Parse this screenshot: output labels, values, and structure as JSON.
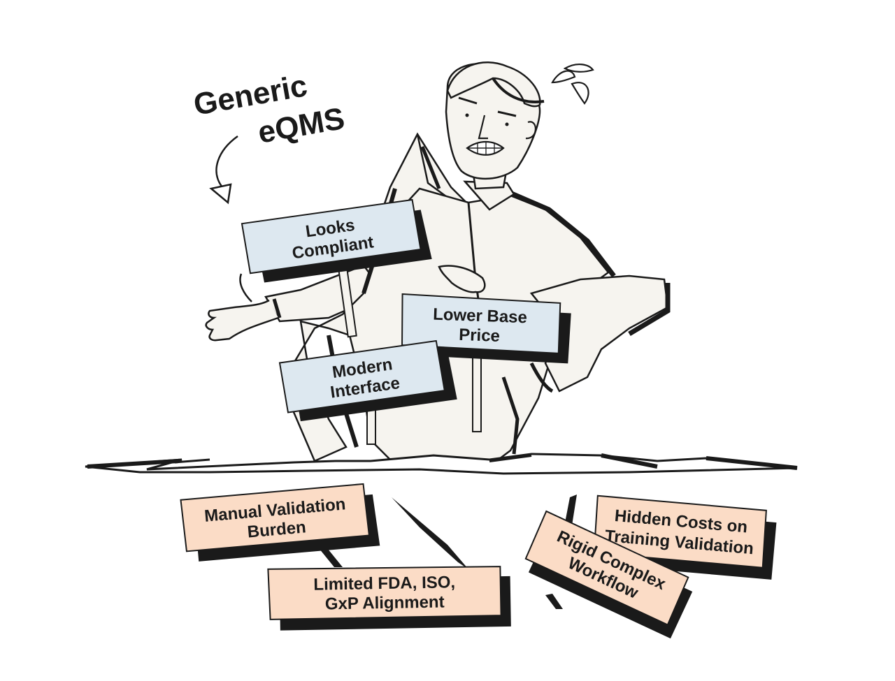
{
  "heading": {
    "line1": "Generic",
    "line2": "eQMS"
  },
  "signs": [
    {
      "id": "looks-compliant",
      "lines": [
        "Looks",
        "Compliant"
      ]
    },
    {
      "id": "lower-base-price",
      "lines": [
        "Lower Base",
        "Price"
      ]
    },
    {
      "id": "modern-interface",
      "lines": [
        "Modern",
        "Interface"
      ]
    }
  ],
  "hidden_issues": [
    {
      "id": "manual-validation",
      "lines": [
        "Manual Validation",
        "Burden"
      ]
    },
    {
      "id": "limited-alignment",
      "lines": [
        "Limited FDA, ISO,",
        "GxP Alignment"
      ]
    },
    {
      "id": "rigid-workflow",
      "lines": [
        "Rigid Complex",
        "Workflow"
      ]
    },
    {
      "id": "hidden-costs",
      "lines": [
        "Hidden Costs on",
        "Training Validation"
      ]
    }
  ],
  "colors": {
    "ink": "#1a1a1a",
    "body_fill": "#f6f4ef",
    "sign_fill": "#dde8f0",
    "issue_fill": "#fbdcc6",
    "background": "#ffffff"
  }
}
